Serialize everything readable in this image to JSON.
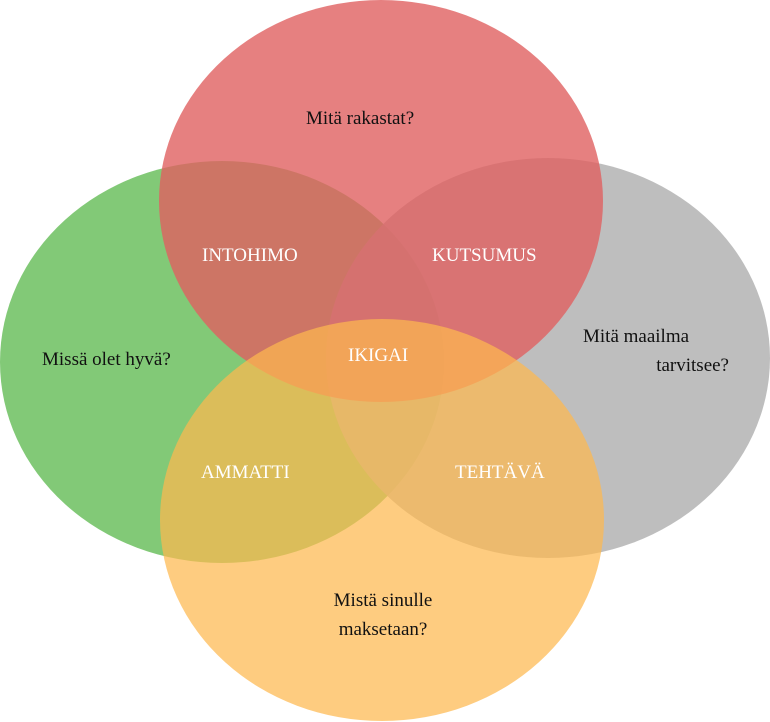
{
  "circles": {
    "love": {
      "label": "Mitä rakastat?",
      "color": "#e06666"
    },
    "good_at": {
      "label": "Missä olet hyvä?",
      "color": "#6cc05f"
    },
    "world_needs": {
      "label_line1": "Mitä maailma",
      "label_line2": "tarvitsee?",
      "color": "#b3b3b3"
    },
    "paid_for": {
      "label_line1": "Mistä sinulle",
      "label_line2": "maksetaan?",
      "color": "#fdbf63"
    }
  },
  "intersections": {
    "passion": "INTOHIMO",
    "mission": "KUTSUMUS",
    "profession": "AMMATTI",
    "vocation": "TEHTÄVÄ",
    "center": "IKIGAI"
  }
}
